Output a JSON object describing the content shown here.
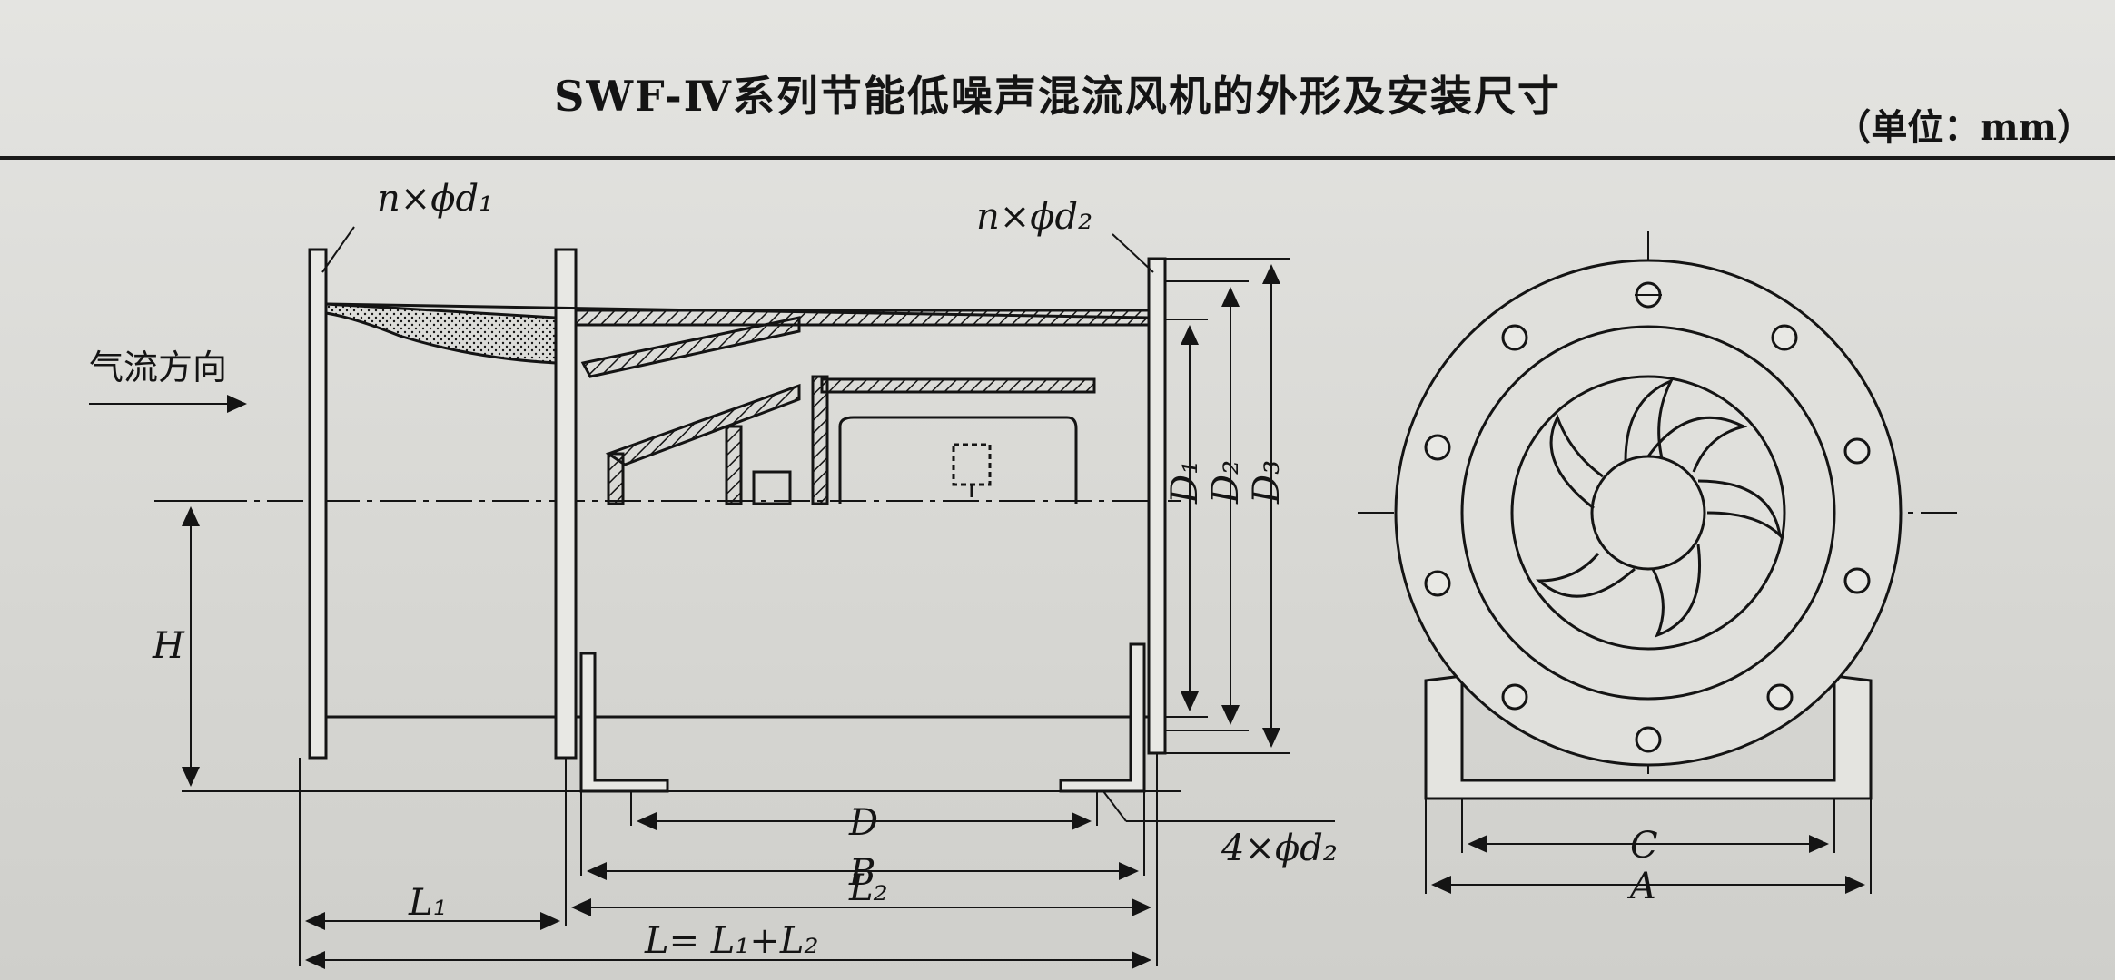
{
  "header": {
    "title": "SWF-Ⅳ系列节能低噪声混流风机的外形及安装尺寸",
    "unit": "（单位：mm）"
  },
  "side_view": {
    "airflow_label": "气流方向",
    "flange_holes_label": "n×ϕd₁",
    "outlet_holes_label": "n×ϕd₂",
    "foot_holes_label": "4×ϕd₂",
    "dim_H": "H",
    "dim_D1": "D₁",
    "dim_D2": "D₂",
    "dim_D3": "D₃",
    "dim_D": "D",
    "dim_B": "B",
    "dim_L1": "L₁",
    "dim_L2": "L₂",
    "dim_L": "L= L₁+L₂"
  },
  "front_view": {
    "dim_C": "C",
    "dim_A": "A"
  },
  "colors": {
    "ink": "#141414",
    "paper": "#dcdcd8"
  }
}
